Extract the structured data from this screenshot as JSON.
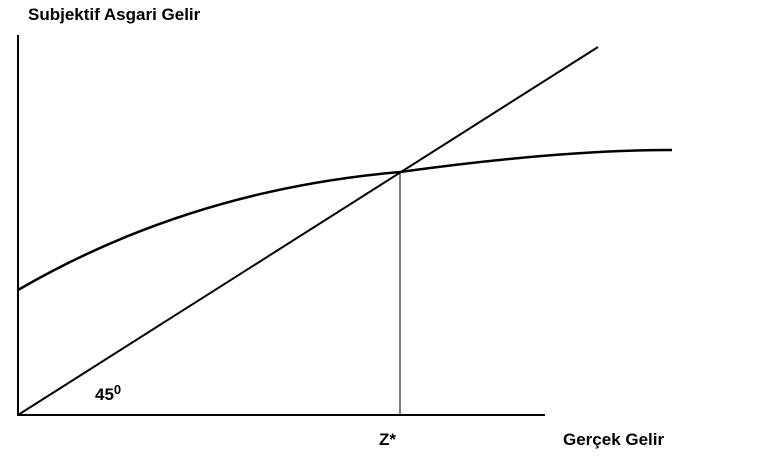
{
  "labels": {
    "y_axis": "Subjektif Asgari Gelir",
    "x_axis": "Gerçek Gelir",
    "z_star": "Z*",
    "angle": "45",
    "angle_degree": "0"
  },
  "colors": {
    "line": "#000000",
    "background": "#ffffff"
  }
}
